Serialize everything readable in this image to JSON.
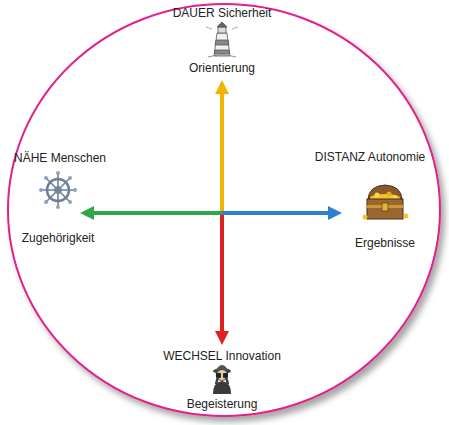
{
  "diagram": {
    "labels": [
      "DAUER Sicherheit",
      "Orientierung",
      "NÄHE Menschen",
      "Zugehörigkeit",
      "DISTANZ Autonomie",
      "Ergebnisse",
      "WECHSEL Innovation",
      "Begeisterung"
    ]
  }
}
